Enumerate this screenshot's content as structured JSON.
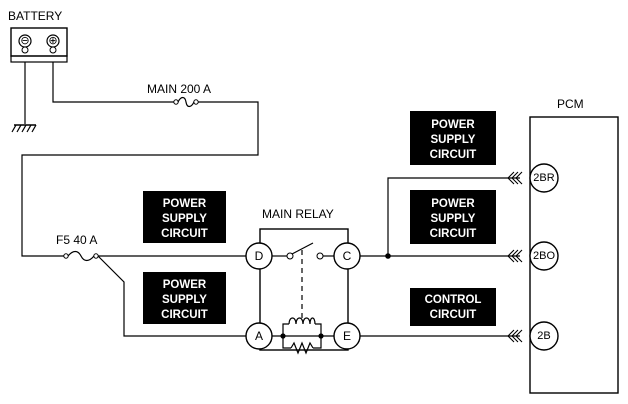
{
  "battery": {
    "label": "BATTERY",
    "neg_symbol": "⊖",
    "pos_symbol": "⊕"
  },
  "fuses": {
    "main": "MAIN 200 A",
    "f5": "F5 40 A"
  },
  "relay": {
    "label": "MAIN RELAY",
    "terminals": {
      "d": "D",
      "c": "C",
      "a": "A",
      "e": "E"
    }
  },
  "pcm": {
    "label": "PCM",
    "terminals": {
      "t1": "2BR",
      "t2": "2BO",
      "t3": "2B"
    }
  },
  "circuit_boxes": {
    "left_top": [
      "POWER",
      "SUPPLY",
      "CIRCUIT"
    ],
    "left_bottom": [
      "POWER",
      "SUPPLY",
      "CIRCUIT"
    ],
    "right_top": [
      "POWER",
      "SUPPLY",
      "CIRCUIT"
    ],
    "right_middle": [
      "POWER",
      "SUPPLY",
      "CIRCUIT"
    ],
    "right_bottom": [
      "CONTROL",
      "CIRCUIT"
    ]
  },
  "colors": {
    "line": "#000000",
    "box_fill": "#000000",
    "box_text": "#ffffff",
    "background": "#ffffff"
  }
}
